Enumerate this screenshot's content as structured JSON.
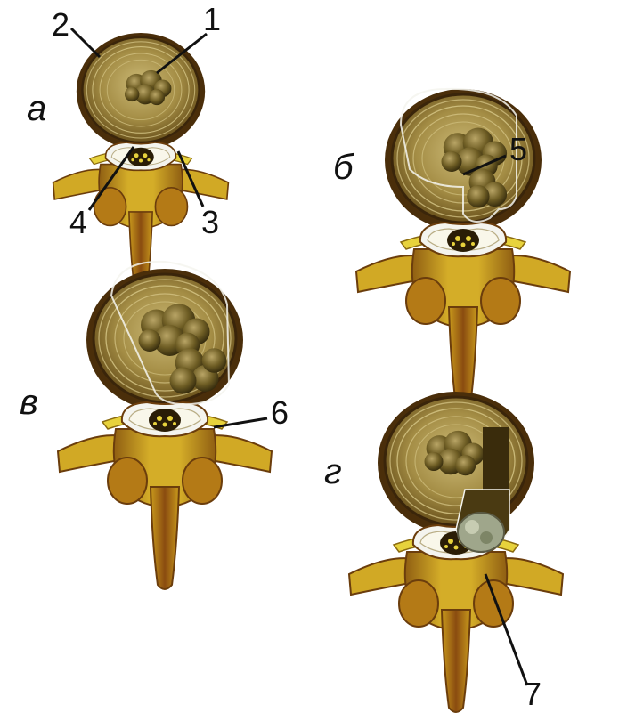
{
  "panels": {
    "a": {
      "letter": "а"
    },
    "b": {
      "letter": "б"
    },
    "v": {
      "letter": "в"
    },
    "g": {
      "letter": "г"
    }
  },
  "callouts": [
    "1",
    "2",
    "3",
    "4",
    "5",
    "6",
    "7"
  ],
  "colors": {
    "bone": "#c9a321",
    "bone_dark": "#8a5a12",
    "bone_edge": "#6b3d0c",
    "disc_ring": "#a08a3a",
    "disc_light": "#d8c98a",
    "disc_outer": "#5a3a0c",
    "nucleus": "#7b6a2a",
    "nucleus_dark": "#3f3410",
    "canal_white": "#f4f4ee",
    "cord": "#2a1d06",
    "ligament_yellow": "#e7d23c"
  }
}
